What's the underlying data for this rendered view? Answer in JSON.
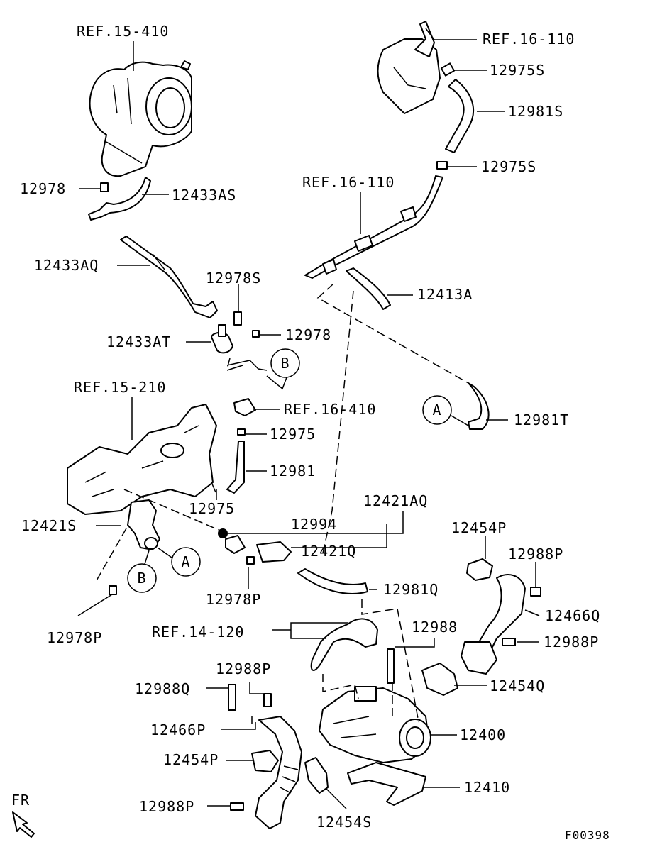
{
  "diagram": {
    "code": "F00398",
    "direction": "FR",
    "labels": {
      "ref_15_410": "REF.15-410",
      "ref_16_110_top": "REF.16-110",
      "p12975S_top": "12975S",
      "p12981S": "12981S",
      "p12975S_mid": "12975S",
      "ref_16_110_mid": "REF.16-110",
      "p12978_left": "12978",
      "p12433AS": "12433AS",
      "p12433AQ": "12433AQ",
      "p12978S": "12978S",
      "p12413A": "12413A",
      "p12433AT": "12433AT",
      "p12978_mid": "12978",
      "callout_B_top": "B",
      "ref_15_210": "REF.15-210",
      "ref_16_410": "REF.16-410",
      "callout_A_right": "A",
      "p12981T": "12981T",
      "p12975_a": "12975",
      "p12981": "12981",
      "p12975_b": "12975",
      "p12421AQ": "12421AQ",
      "p12421S": "12421S",
      "p12994": "12994",
      "p12454P_top": "12454P",
      "p12421Q": "12421Q",
      "callout_A_left": "A",
      "p12988P_top": "12988P",
      "callout_B_left": "B",
      "p12981Q": "12981Q",
      "p12978P_mid": "12978P",
      "p12466Q": "12466Q",
      "p12978P_left": "12978P",
      "ref_14_120": "REF.14-120",
      "p12988": "12988",
      "p12988P_right": "12988P",
      "p12988P_mid": "12988P",
      "p12988Q": "12988Q",
      "p12454Q": "12454Q",
      "p12466P": "12466P",
      "p12400": "12400",
      "p12454P_bottom": "12454P",
      "p12410": "12410",
      "p12988P_bottom": "12988P",
      "p12454S": "12454S"
    }
  }
}
